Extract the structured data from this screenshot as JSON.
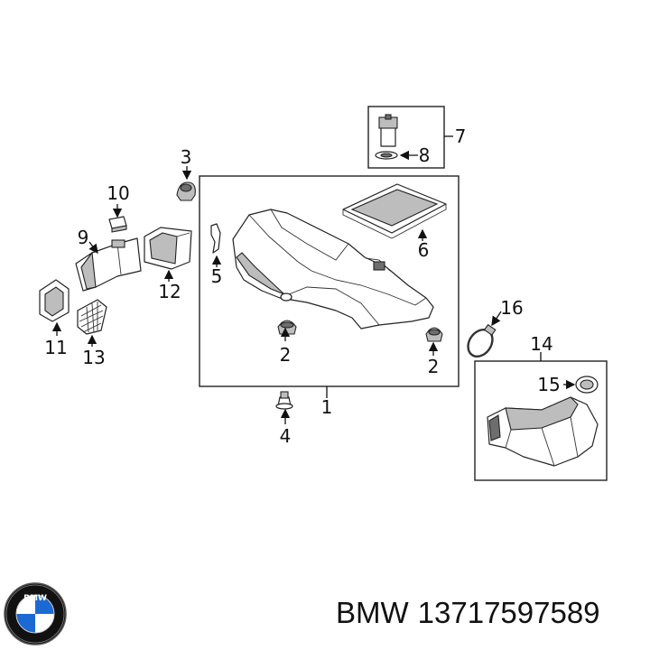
{
  "diagram": {
    "callouts": {
      "c1": "1",
      "c2a": "2",
      "c2b": "2",
      "c3": "3",
      "c4": "4",
      "c5": "5",
      "c6": "6",
      "c7": "7",
      "c8": "8",
      "c9": "9",
      "c10": "10",
      "c11": "11",
      "c12": "12",
      "c13": "13",
      "c14": "14",
      "c15": "15",
      "c16": "16"
    }
  },
  "logo": {
    "name": "bmw-roundel",
    "ring_text": "BMW",
    "colors": {
      "blue": "#1c69d4",
      "white": "#ffffff",
      "ring": "#111111"
    }
  },
  "caption": {
    "brand": "BMW",
    "part_number": "13717597589"
  }
}
